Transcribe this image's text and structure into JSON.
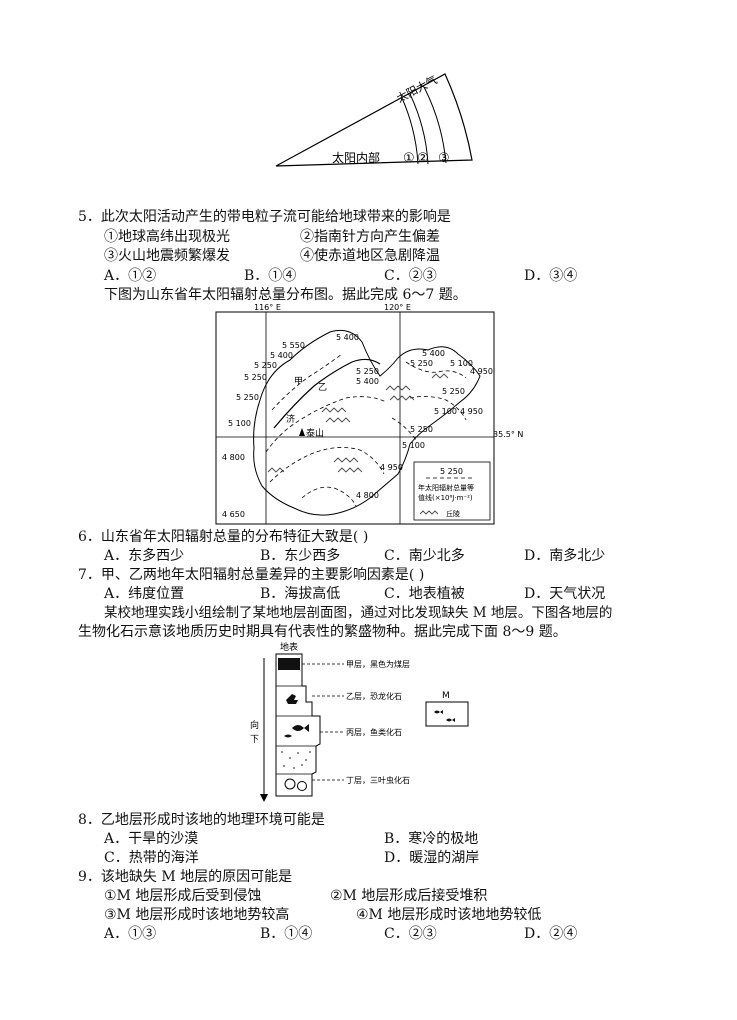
{
  "figure_sun": {
    "label_inner": "太阳内部",
    "label_atmosphere": "太阳大气",
    "layers": [
      "①",
      "②",
      "③"
    ]
  },
  "q5": {
    "stem": "5．此次太阳活动产生的带电粒子流可能给地球带来的影响是",
    "s1": "①地球高纬出现极光",
    "s2": "②指南针方向产生偏差",
    "s3": "③火山地震频繁爆发",
    "s4": "④使赤道地区急剧降温",
    "a": "A．①②",
    "b": "B．①④",
    "c": "C．②③",
    "d": "D．③④"
  },
  "intro_6_7": "下图为山东省年太阳辐射总量分布图。据此完成 6～7 题。",
  "map": {
    "lon_left": "116° E",
    "lon_right": "120° E",
    "lat": "35.5° N",
    "place_jia": "甲",
    "place_yi": "乙",
    "place_ji": "济",
    "place_taishan": "泰山",
    "contours": [
      "5 400",
      "5 550",
      "5 400",
      "5 250",
      "5 250",
      "5 250",
      "5 400",
      "5 250",
      "5 100",
      "4 800",
      "4 650",
      "5 400",
      "5 250",
      "5 100",
      "4 950",
      "5 250",
      "5 100",
      "4 950",
      "5 250",
      "5 100",
      "4 950",
      "4 800"
    ],
    "legend_value": "5 250",
    "legend_line1": "年太阳辐射总量等",
    "legend_line2": "值线(×10⁶J·m⁻²)",
    "legend_hill": "丘陵"
  },
  "q6": {
    "stem": "6．山东省年太阳辐射总量的分布特征大致是(     )",
    "a": "A．东多西少",
    "b": "B．东少西多",
    "c": "C．南少北多",
    "d": "D．南多北少"
  },
  "q7": {
    "stem": "7．甲、乙两地年太阳辐射总量差异的主要影响因素是(     )",
    "a": "A．纬度位置",
    "b": "B．海拔高低",
    "c": "C．地表植被",
    "d": "D．天气状况"
  },
  "intro_8_9": {
    "line1": "某校地理实践小组绘制了某地地层剖面图，通过对比发现缺失 M 地层。下图各地层的",
    "line2": "生物化石示意该地质历史时期具有代表性的繁盛物种。据此完成下面 8～9 题。"
  },
  "strata": {
    "surface": "地表",
    "down1": "向",
    "down2": "下",
    "layer1": "甲层，黑色为煤层",
    "layer2": "乙层，恐龙化石",
    "layer3": "丙层，鱼类化石",
    "layer4": "丁层，三叶虫化石",
    "m_label": "M"
  },
  "q8": {
    "stem": "8．乙地层形成时该地的地理环境可能是",
    "a": "A．干旱的沙漠",
    "b": "B．寒冷的极地",
    "c": "C．热带的海洋",
    "d": "D．暖湿的湖岸"
  },
  "q9": {
    "stem": "9．该地缺失 M 地层的原因可能是",
    "s1": "①M 地层形成后受到侵蚀",
    "s2": "②M 地层形成后接受堆积",
    "s3": "③M 地层形成时该地地势较高",
    "s4": "④M 地层形成时该地地势较低",
    "a": "A．①③",
    "b": "B．①④",
    "c": "C．②③",
    "d": "D．②④"
  }
}
